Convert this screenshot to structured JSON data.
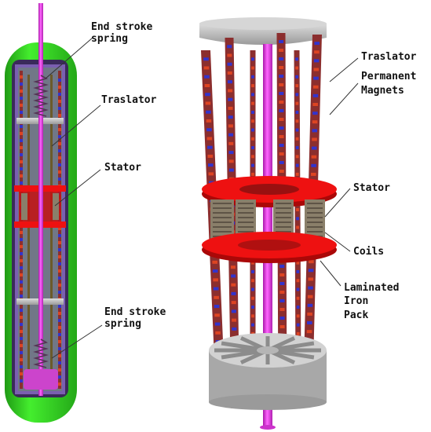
{
  "labels": {
    "end_stroke_spring_top": [
      "End stroke",
      "spring"
    ],
    "traslator_left": "Traslator",
    "stator_left": "Stator",
    "end_stroke_spring_bottom": [
      "End stroke",
      "spring"
    ],
    "traslator_right": "Traslator",
    "permanent_magnets": [
      "Permanent",
      "Magnets"
    ],
    "stator_right": "Stator",
    "coils": "Coils",
    "laminated_iron_pack": [
      "Laminated",
      "Iron",
      "Pack"
    ]
  },
  "colors": {
    "casing": "#33dd22",
    "shaft": "#ee33ee",
    "stator": "#ee1111",
    "bar": "#8b2e2e",
    "magnet_blue": "#3333cc",
    "magnet_red": "#dd4422",
    "plate": "#bfbfbf",
    "coil": "#8a7f6a",
    "leader": "#333333"
  }
}
